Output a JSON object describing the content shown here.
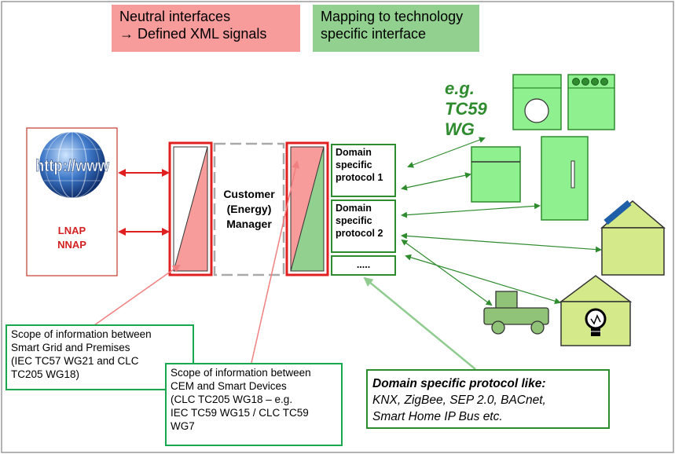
{
  "headers": {
    "neutral_line1": "Neutral interfaces",
    "neutral_line2": "→ Defined XML signals",
    "mapping_line1": "Mapping to technology",
    "mapping_line2": "specific interface"
  },
  "network": {
    "globe_text": "http://www",
    "label_line1": "LNAP",
    "label_line2": "NNAP"
  },
  "cem": {
    "line1": "Customer",
    "line2": "(Energy)",
    "line3": "Manager"
  },
  "protocols": {
    "p1_line1": "Domain",
    "p1_line2": "specific",
    "p1_line3": "protocol 1",
    "p2_line1": "Domain",
    "p2_line2": "specific",
    "p2_line3": "protocol 2",
    "more": "....."
  },
  "tc59": {
    "line1": "e.g.",
    "line2": "TC59",
    "line3": "WG"
  },
  "notes": {
    "grid": [
      "Scope of information between",
      "Smart Grid and Premises",
      "(IEC TC57 WG21 and CLC",
      "TC205 WG18)"
    ],
    "cem": [
      "Scope of information between",
      "CEM and Smart Devices",
      "(CLC TC205 WG18 – e.g.",
      "IEC TC59 WG15 / CLC TC59",
      "WG7"
    ],
    "protocol_title": "Domain specific protocol like:",
    "protocol_line1": "KNX, ZigBee, SEP 2.0, BACnet,",
    "protocol_line2": "Smart Home IP Bus etc."
  },
  "colors": {
    "neutral_bg": "#f79b9b",
    "mapping_bg": "#92d08f",
    "red": "#e02020",
    "green": "#2e8b2e",
    "appliance_fill": "#8ef08e",
    "house_fill": "#d4e98a"
  }
}
